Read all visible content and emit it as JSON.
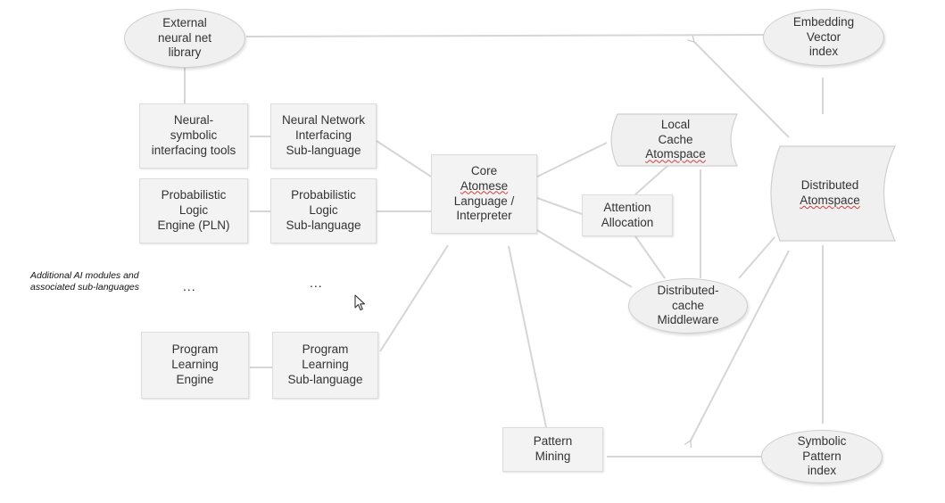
{
  "nodes": {
    "external_nn_library": "External\nneural net\nlibrary",
    "embedding_vector_index": "Embedding\nVector\nindex",
    "neural_symbolic_tools": "Neural-\nsymbolic\ninterfacing tools",
    "neural_network_sublanguage": "Neural Network\nInterfacing\nSub-language",
    "pln_engine": "Probabilistic\nLogic\nEngine (PLN)",
    "pln_sublanguage": "Probabilistic\nLogic\nSub-language",
    "core_atomese": {
      "line1": "Core",
      "line2": "Atomese",
      "line3": "Language /\nInterpreter"
    },
    "local_cache": {
      "line1": "Local\nCache",
      "line2": "Atomspace"
    },
    "attention_allocation": "Attention\nAllocation",
    "distributed_atomspace": {
      "line1": "Distributed",
      "line2": "Atomspace"
    },
    "distributed_cache_middleware": "Distributed-\ncache\nMiddleware",
    "program_learning_engine": "Program\nLearning\nEngine",
    "program_learning_sublanguage": "Program\nLearning\nSub-language",
    "pattern_mining": "Pattern\nMining",
    "symbolic_pattern_index": "Symbolic\nPattern\nindex"
  },
  "notes": {
    "additional_modules": "Additional AI modules and\nassociated sub-languages",
    "ellipsis_left": "...",
    "ellipsis_right": "..."
  },
  "colors": {
    "node_fill": "#f3f3f3",
    "node_border": "#dcdcdc",
    "edge": "#d6d6d6",
    "text": "#333333",
    "spellcheck_underline": "#d23c3c"
  },
  "icons": {
    "cursor": "mouse-pointer-icon",
    "arrowhead": "arrowhead-icon"
  }
}
